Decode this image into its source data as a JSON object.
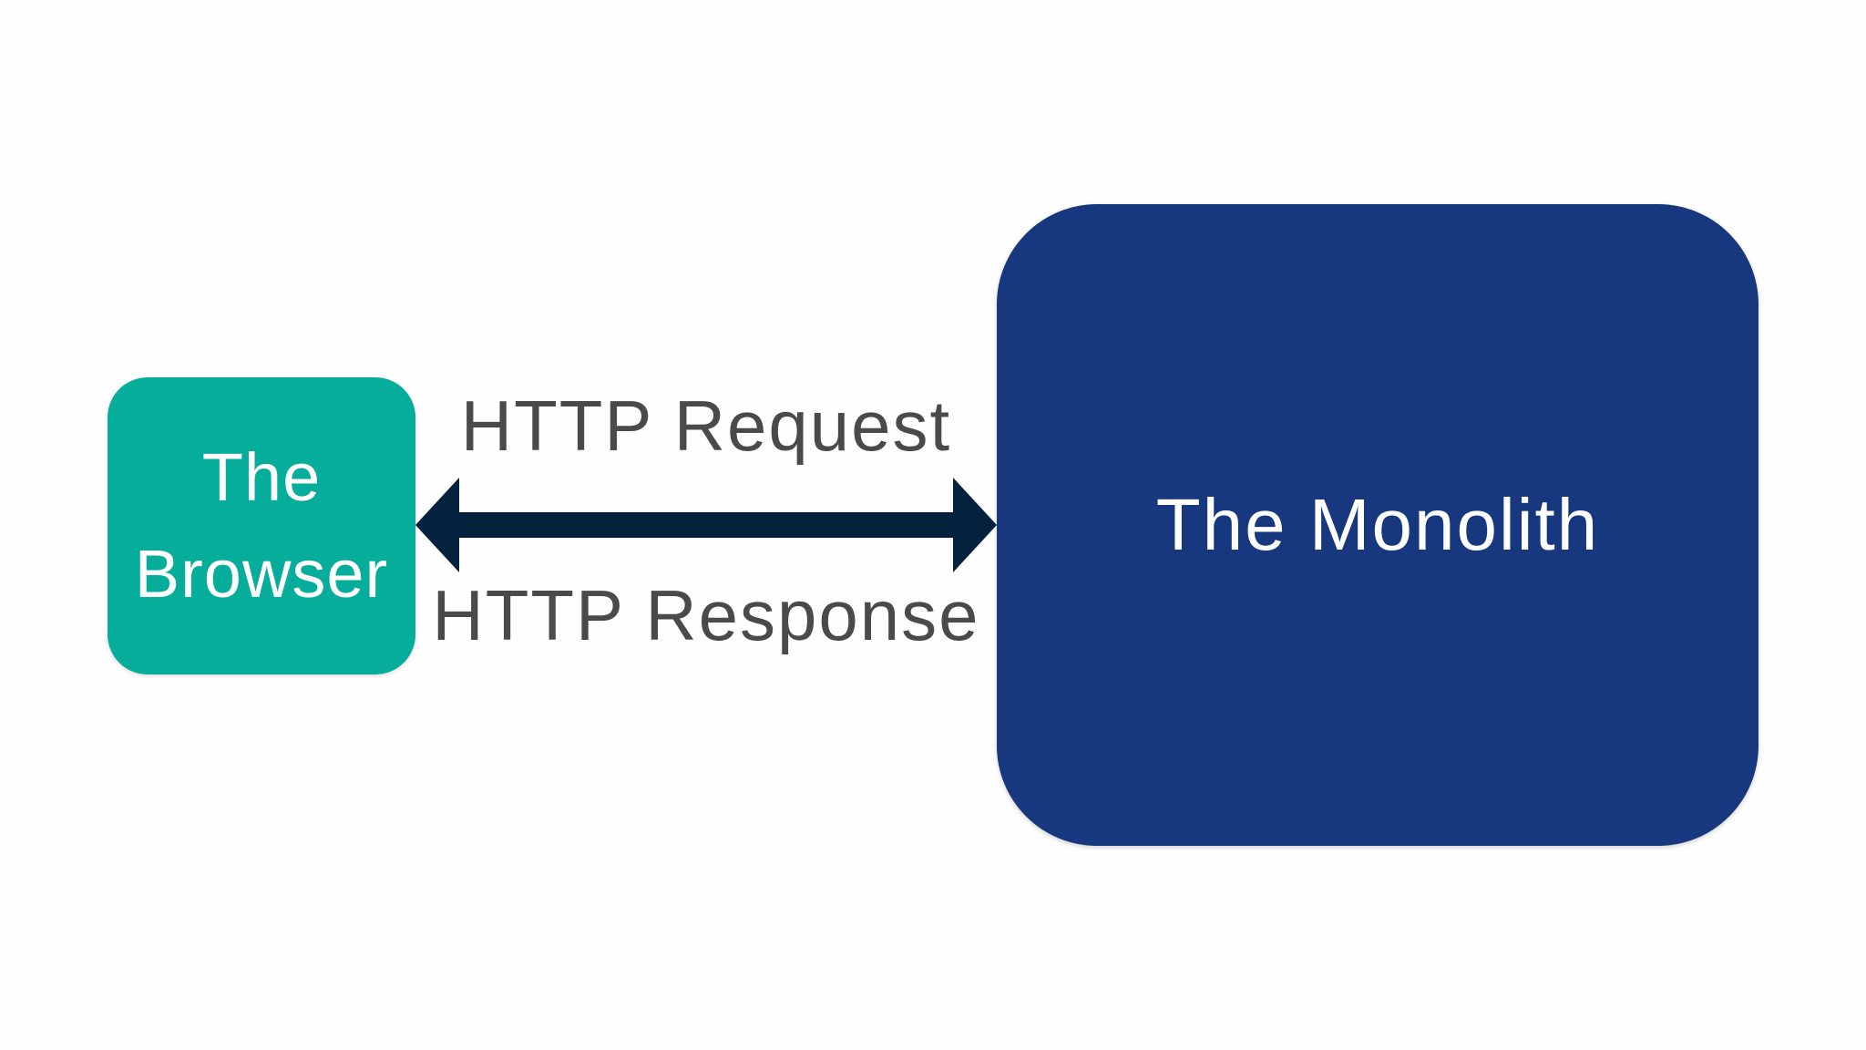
{
  "nodes": {
    "browser": {
      "line1": "The",
      "line2": "Browser",
      "color": "#05ad9a"
    },
    "monolith": {
      "label": "The Monolith",
      "color": "#17377e"
    }
  },
  "edge": {
    "request_label": "HTTP Request",
    "response_label": "HTTP Response",
    "direction": "bidirectional",
    "color": "#04213d"
  },
  "text_color": "#4a4a4a"
}
